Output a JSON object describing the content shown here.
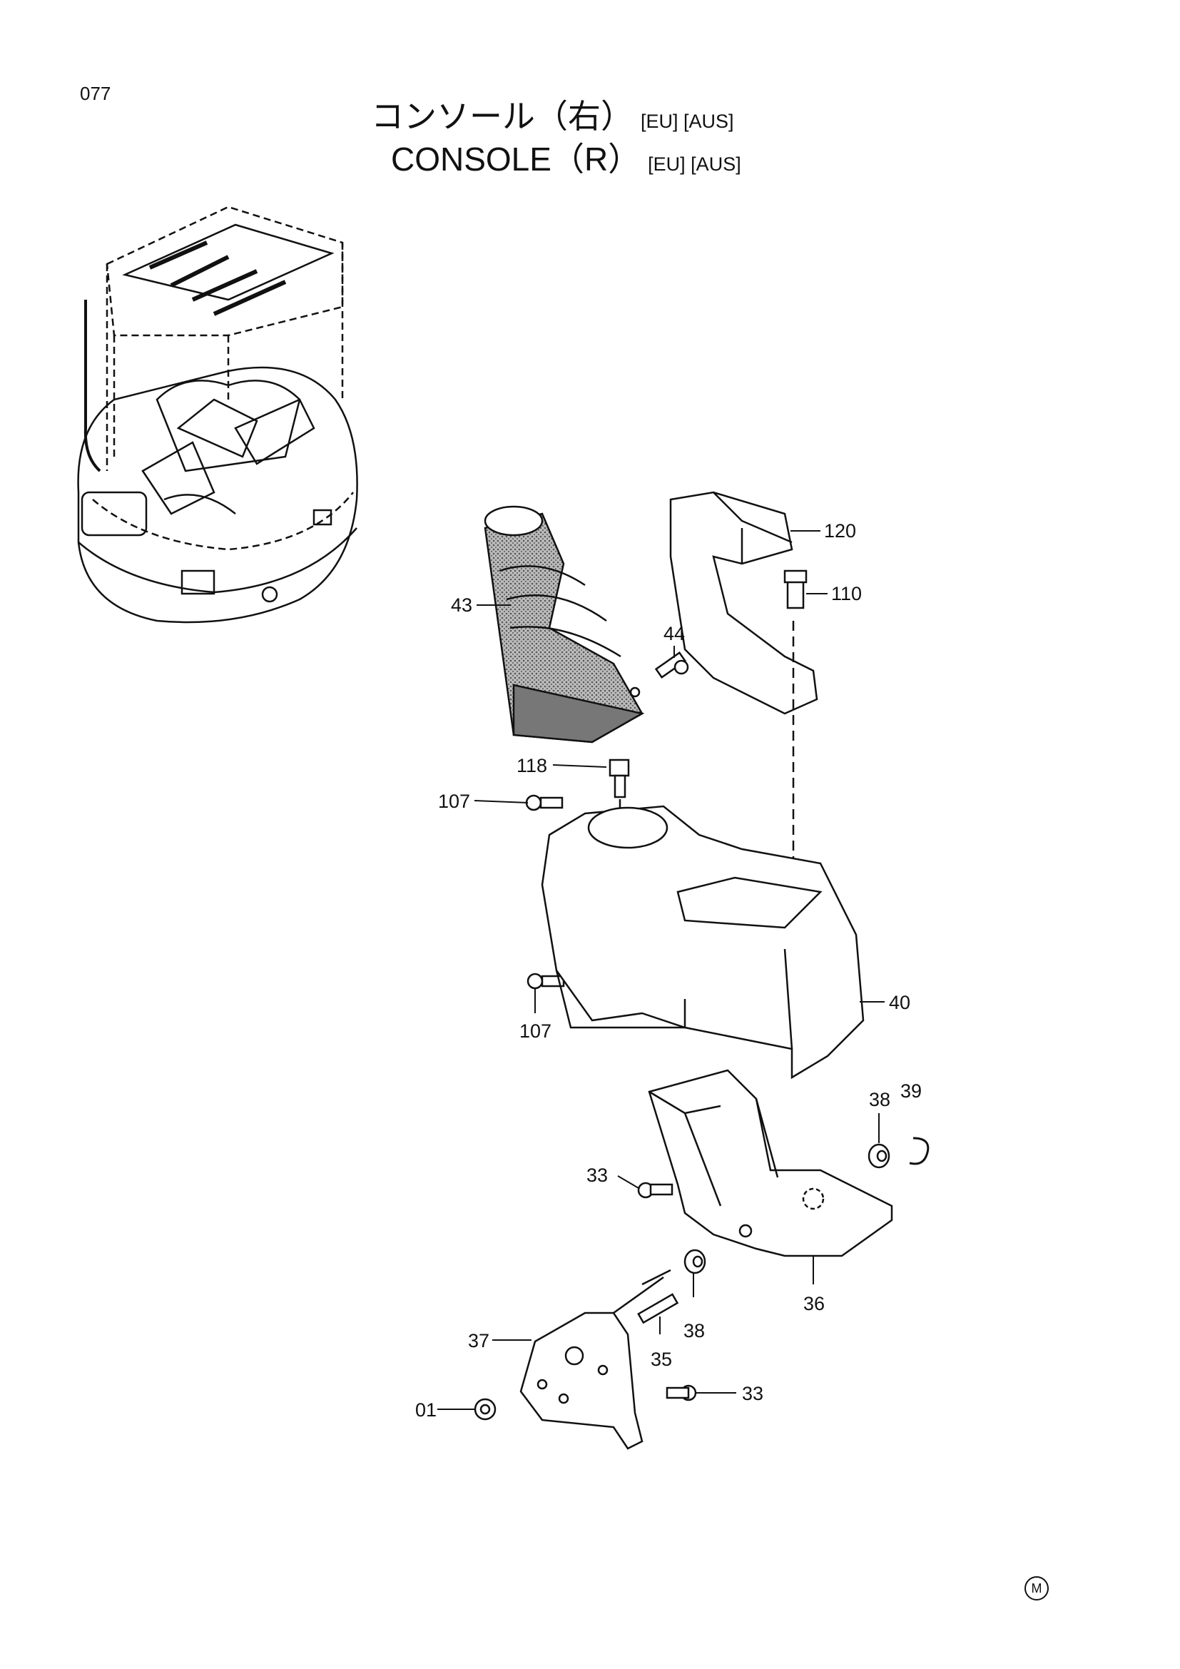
{
  "header": {
    "page_number": "077",
    "title_jp": "コンソール（右）",
    "title_en": "CONSOLE（R）",
    "region_tags": "[EU] [AUS]"
  },
  "callouts": {
    "c120": "120",
    "c110": "110",
    "c43": "43",
    "c44": "44",
    "c118": "118",
    "c107a": "107",
    "c107b": "107",
    "c40": "40",
    "c38a": "38",
    "c39": "39",
    "c33a": "33",
    "c36": "36",
    "c38b": "38",
    "c35": "35",
    "c37": "37",
    "c01": "01",
    "c33b": "33"
  },
  "footer": {
    "mark": "M"
  }
}
